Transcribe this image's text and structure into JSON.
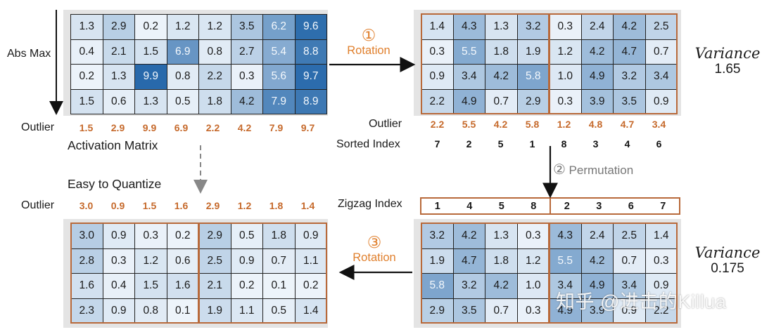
{
  "activation": {
    "values": [
      [
        "1.3",
        "2.9",
        "0.2",
        "1.2",
        "1.2",
        "3.5",
        "6.2",
        "9.6"
      ],
      [
        "0.4",
        "2.1",
        "1.5",
        "6.9",
        "0.8",
        "2.7",
        "5.4",
        "8.8"
      ],
      [
        "0.2",
        "1.3",
        "9.9",
        "0.8",
        "2.2",
        "0.3",
        "5.6",
        "9.7"
      ],
      [
        "1.5",
        "0.6",
        "1.3",
        "0.5",
        "1.8",
        "4.2",
        "7.9",
        "8.9"
      ]
    ],
    "outlier_label": "Outlier",
    "outliers": [
      "1.5",
      "2.9",
      "9.9",
      "6.9",
      "2.2",
      "4.2",
      "7.9",
      "9.7"
    ],
    "caption": "Activation Matrix",
    "abs_max_label": "Abs Max"
  },
  "rotated": {
    "values": [
      [
        "1.4",
        "4.3",
        "1.3",
        "3.2",
        "0.3",
        "2.4",
        "4.2",
        "2.5"
      ],
      [
        "0.3",
        "5.5",
        "1.8",
        "1.9",
        "1.2",
        "4.2",
        "4.7",
        "0.7"
      ],
      [
        "0.9",
        "3.4",
        "4.2",
        "5.8",
        "1.0",
        "4.9",
        "3.2",
        "3.4"
      ],
      [
        "2.2",
        "4.9",
        "0.7",
        "2.9",
        "0.3",
        "3.9",
        "3.5",
        "0.9"
      ]
    ],
    "outlier_label": "Outlier",
    "outliers": [
      "2.2",
      "5.5",
      "4.2",
      "5.8",
      "1.2",
      "4.8",
      "4.7",
      "3.4"
    ],
    "sorted_index_label": "Sorted Index",
    "sorted_index": [
      "7",
      "2",
      "5",
      "1",
      "8",
      "3",
      "4",
      "6"
    ],
    "variance_word": "Variance",
    "variance_value": "1.65"
  },
  "permuted": {
    "values": [
      [
        "3.2",
        "4.2",
        "1.3",
        "0.3",
        "4.3",
        "2.4",
        "2.5",
        "1.4"
      ],
      [
        "1.9",
        "4.7",
        "1.8",
        "1.2",
        "5.5",
        "4.2",
        "0.7",
        "0.3"
      ],
      [
        "5.8",
        "3.2",
        "4.2",
        "1.0",
        "3.4",
        "4.9",
        "3.4",
        "0.9"
      ],
      [
        "2.9",
        "3.5",
        "0.7",
        "0.3",
        "4.9",
        "3.9",
        "0.9",
        "2.2"
      ]
    ],
    "zigzag_label": "Zigzag Index",
    "zigzag_index": [
      "1",
      "4",
      "5",
      "8",
      "2",
      "3",
      "6",
      "7"
    ],
    "variance_word": "Variance",
    "variance_value": "0.175"
  },
  "quantized": {
    "values": [
      [
        "3.0",
        "0.9",
        "0.3",
        "0.2",
        "2.9",
        "0.5",
        "1.8",
        "0.9"
      ],
      [
        "2.8",
        "0.3",
        "1.2",
        "0.6",
        "2.5",
        "0.9",
        "0.7",
        "1.1"
      ],
      [
        "1.6",
        "0.4",
        "1.5",
        "1.6",
        "2.1",
        "0.2",
        "0.1",
        "0.2"
      ],
      [
        "2.3",
        "0.9",
        "0.8",
        "0.1",
        "1.9",
        "1.1",
        "0.5",
        "1.4"
      ]
    ],
    "outlier_label": "Outlier",
    "outliers": [
      "3.0",
      "0.9",
      "1.5",
      "1.6",
      "2.9",
      "1.2",
      "1.8",
      "1.4"
    ],
    "caption": "Easy to Quantize"
  },
  "steps": {
    "rotation1_num": "①",
    "rotation1_text": "Rotation",
    "permutation_num": "②",
    "permutation_text": "Permutation",
    "rotation3_num": "③",
    "rotation3_text": "Rotation"
  },
  "watermark": "知乎 @进击的Killua",
  "colors": {
    "accent_orange": "#c66a2c",
    "box_orange": "#b8693a",
    "cell_low": "#eef5fb",
    "cell_high": "#2f6fae"
  }
}
